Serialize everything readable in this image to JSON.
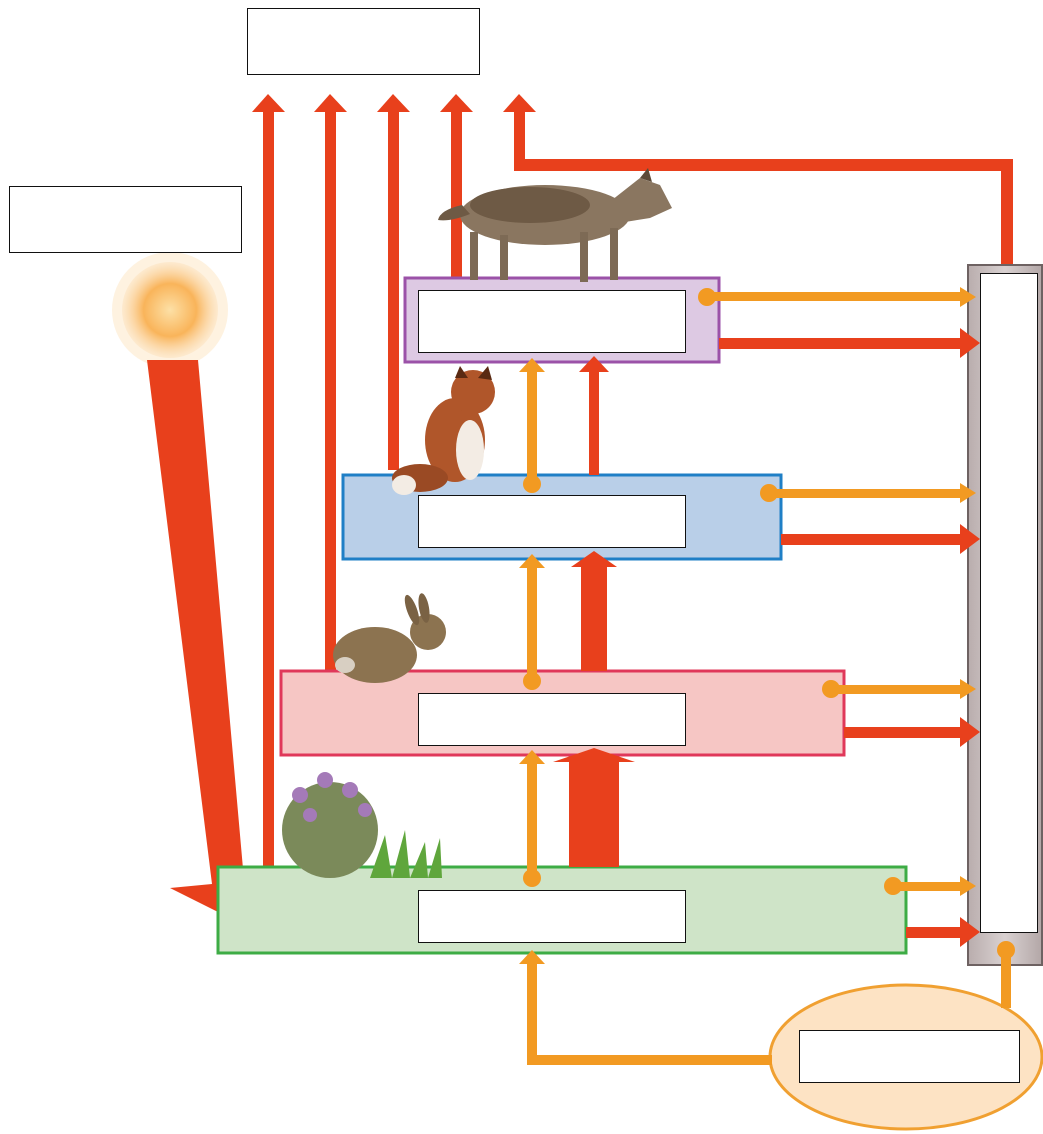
{
  "diagram": {
    "title": "",
    "labels": {
      "heat_loss": "",
      "sunlight": "",
      "tertiary_consumers": "",
      "secondary_consumers": "",
      "primary_consumers": "",
      "producers": "",
      "decomposers": "",
      "inorganic_nutrients": ""
    },
    "organisms": {
      "top": "wolf",
      "level_3": "fox",
      "level_2": "rabbit",
      "base": "plants"
    },
    "colors": {
      "energy_flow": "#e8401c",
      "nutrient_flow": "#f29a22",
      "sun": "#f9b45a",
      "tertiary_fill": "#ddc9e3",
      "tertiary_border": "#9b52a8",
      "secondary_fill": "#b9cfe8",
      "secondary_border": "#1f7fc6",
      "primary_fill": "#f6c6c4",
      "primary_border": "#e0385a",
      "producer_fill": "#cfe4c8",
      "producer_border": "#3dac45",
      "decomposer_fill": "#c7bcbc",
      "decomposer_border": "#6e6262",
      "nutrient_pool_fill": "#fde3c4",
      "nutrient_pool_border": "#f0a031"
    }
  }
}
